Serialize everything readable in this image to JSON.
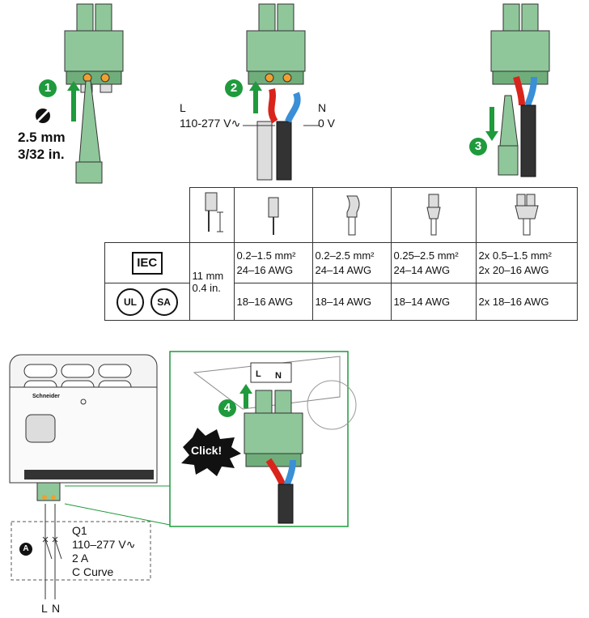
{
  "steps": {
    "s1": "1",
    "s2": "2",
    "s3": "3",
    "s4": "4"
  },
  "screwdriver": {
    "size_mm": "2.5 mm",
    "size_in": "3/32 in."
  },
  "wiring": {
    "L": "L",
    "L_voltage": "110-277 V∿",
    "N": "N",
    "N_voltage": "0 V"
  },
  "table": {
    "strip_mm": "11 mm",
    "strip_in": "0.4 in.",
    "iec_logo": "IEC",
    "ul_logo": "UL",
    "csa_logo": "SA",
    "iec_row": [
      {
        "mm": "0.2–1.5 mm²",
        "awg": "24–16 AWG"
      },
      {
        "mm": "0.2–2.5 mm²",
        "awg": "24–14 AWG"
      },
      {
        "mm": "0.25–2.5 mm²",
        "awg": "24–14 AWG"
      },
      {
        "mm": "2x 0.5–1.5 mm²",
        "awg": "2x 20–16 AWG"
      }
    ],
    "ul_row": [
      "18–16 AWG",
      "18–14 AWG",
      "18–14 AWG",
      "2x 18–16 AWG"
    ]
  },
  "device": {
    "brand": "Schneider"
  },
  "click": "Click!",
  "inset": {
    "L": "L",
    "N": "N"
  },
  "breaker": {
    "marker": "A",
    "q": "Q1",
    "voltage": "110–277 V∿",
    "current": "2 A",
    "curve": "C Curve",
    "L": "L",
    "N": "N"
  },
  "colors": {
    "green": "#1f9a3c",
    "connector": "#8fc79a",
    "red": "#d9241b",
    "blue": "#3a8fd6"
  }
}
